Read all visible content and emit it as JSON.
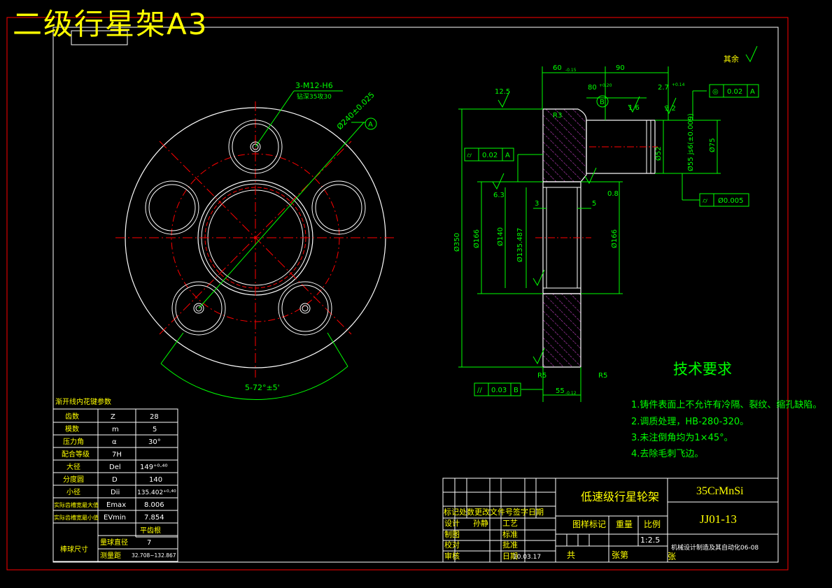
{
  "title": "二级行星架A3",
  "surface_finish_rest": "其余",
  "front_view": {
    "tapped_holes": "3-M12-H6",
    "tapped_depth": "钻深35攻30",
    "pcd": "Ø240±0.025",
    "datum": "A",
    "angle": "5-72°±5'"
  },
  "section_view": {
    "dims": {
      "top_60": "60",
      "top_60_tol": "-0.15",
      "top_90": "90",
      "depth_80": "80",
      "depth_80_tol": "+0.20",
      "chamfer_2": "2.7",
      "chamfer_2_tol": "+0.14",
      "ra_12_5": "12.5",
      "ra_3_2": "3.2",
      "ra_1_6": "1.6",
      "ra_6_3": "6.3",
      "ra_0_8": "0.8",
      "r3": "R3",
      "r5": "R5",
      "d350": "Ø350",
      "d166a": "Ø166",
      "d166b": "Ø166",
      "d140": "Ø140",
      "d135": "Ø135.487",
      "d52": "Ø52",
      "d55": "Ø55 js6(±0.009)",
      "d75": "Ø75",
      "w3": "3",
      "w5": "5",
      "w55": "55",
      "w55_tol": "-0.12",
      "datum_b": "B"
    },
    "fcf": {
      "position_02a": "0.02",
      "circ_02a": "0.02",
      "cyl_005": "Ø0.005",
      "parallel_003b": "0.03",
      "ref_a": "A",
      "ref_b": "B"
    }
  },
  "spline_table": {
    "title": "渐开线内花键参数",
    "rows": [
      {
        "name": "齿数",
        "sym": "Z",
        "val": "28"
      },
      {
        "name": "模数",
        "sym": "m",
        "val": "5"
      },
      {
        "name": "压力角",
        "sym": "α",
        "val": "30°"
      },
      {
        "name": "配合等级",
        "sym": "7H",
        "val": ""
      },
      {
        "name": "大径",
        "sym": "Del",
        "val": "149⁺⁰·⁴⁰"
      },
      {
        "name": "分度圆",
        "sym": "D",
        "val": "140"
      },
      {
        "name": "小径",
        "sym": "Dii",
        "val": "135.402⁺⁰·⁴⁰"
      },
      {
        "name": "实际齿槽宽最大值",
        "sym": "Emax",
        "val": "8.006"
      },
      {
        "name": "实际齿槽宽最小值",
        "sym": "EVmin",
        "val": "7.854"
      }
    ],
    "ball_group": "棒球尺寸",
    "ball_header": "平齿根",
    "ball_rows": [
      {
        "name": "量球直径",
        "val": "7"
      },
      {
        "name": "测量距",
        "val": "32.708~132.867"
      }
    ]
  },
  "tech_requirements": {
    "title": "技术要求",
    "items": [
      "1.铸件表面上不允许有冷隔、裂纹、缩孔缺陷。",
      "2.调质处理，HB-280-320。",
      "3.未注倒角均为1×45°。",
      "4.去除毛刺飞边。"
    ]
  },
  "title_block": {
    "part_name": "低速级行星轮架",
    "material": "35CrMnSi",
    "drawing_no": "JJ01-13",
    "school": "机械设计制造及其自动化06-08",
    "labels": {
      "change": "标记处数更改文件号签字日期",
      "design": "设计",
      "drafter": "孙静",
      "process": "工艺",
      "std": "标准",
      "check": "校对",
      "approve": "批准",
      "audit": "审核",
      "date": "日期",
      "date_val": "10.03.17",
      "sign_mark": "图样标记",
      "weight": "重量",
      "scale": "比例",
      "scale_val": "1:2.5",
      "total": "共",
      "sheet": "张第",
      "sheet_end": "张",
      "drawing": "制图"
    }
  },
  "colors": {
    "line": "#ffffff",
    "dim": "#00ff00",
    "center": "#ff0000",
    "hatch": "#cc44cc",
    "border": "#ff0000",
    "title": "#ffff00"
  }
}
